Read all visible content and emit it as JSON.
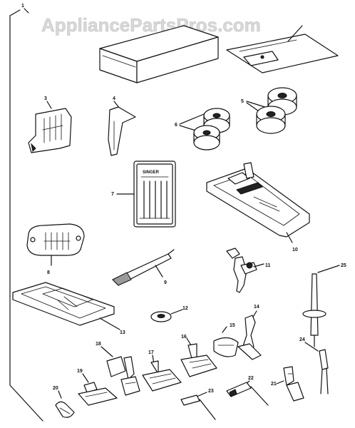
{
  "watermark": "AppliancePartsPros.com",
  "header_fragments": {
    "left": "1",
    "center": "— — —",
    "right": "— — —"
  },
  "needle_pack_brand": "SINGER",
  "callouts": {
    "c1": "1",
    "c3": "3",
    "c4": "4",
    "c5": "5",
    "c6": "6",
    "c7": "7",
    "c8": "8",
    "c9": "9",
    "c10": "10",
    "c11": "11",
    "c12": "12",
    "c13": "13",
    "c14": "14",
    "c15": "15",
    "c16": "16",
    "c17": "17",
    "c18": "18",
    "c19": "19",
    "c20": "20",
    "c21": "21",
    "c22": "22",
    "c23": "23",
    "c24": "24",
    "c25": "25"
  }
}
